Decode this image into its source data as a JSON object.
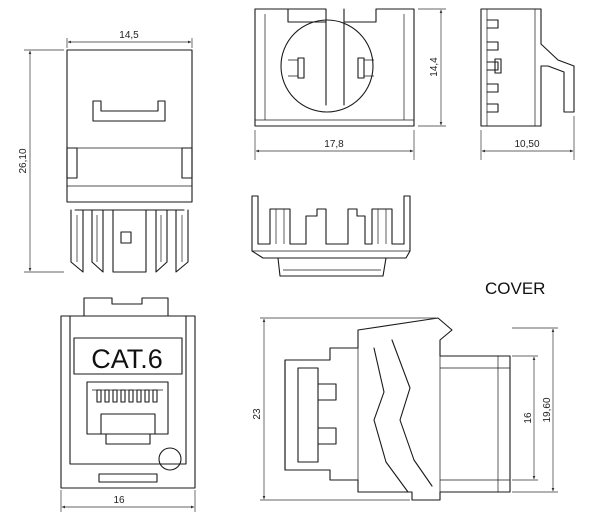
{
  "views": {
    "front": {
      "dim_width": "14,5",
      "dim_height": "26,10"
    },
    "end": {
      "dim_width": "17,8",
      "dim_height": "14,4"
    },
    "side": {
      "dim_depth": "10,50"
    },
    "cover": {
      "label": "COVER"
    },
    "cat6": {
      "label": "CAT.6",
      "dim_width": "16"
    },
    "section": {
      "dim_height": "23",
      "dim_inner": "16",
      "dim_outer": "19,60"
    }
  }
}
